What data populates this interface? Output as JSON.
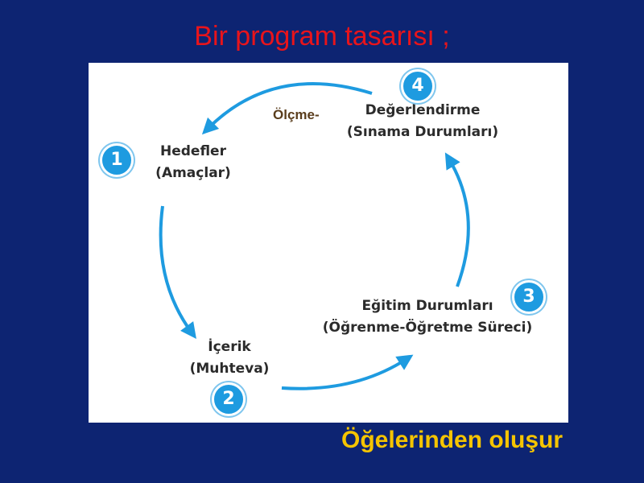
{
  "slide": {
    "title": "Bir program tasarısı ;",
    "footer": "Öğelerinden oluşur"
  },
  "cycle": {
    "olcme_label": "Ölçme-",
    "nodes": [
      {
        "number": "1",
        "line1": "Hedefler",
        "line2": "(Amaçlar)"
      },
      {
        "number": "2",
        "line1": "İçerik",
        "line2": "(Muhteva)"
      },
      {
        "number": "3",
        "line1": "Eğitim Durumları",
        "line2": "(Öğrenme-Öğretme Süreci)"
      },
      {
        "number": "4",
        "line1": "Değerlendirme",
        "line2": "(Sınama Durumları)"
      }
    ]
  },
  "colors": {
    "background": "#0d2472",
    "title": "#e8141b",
    "footer": "#f5c400",
    "accent": "#1e9be0"
  }
}
